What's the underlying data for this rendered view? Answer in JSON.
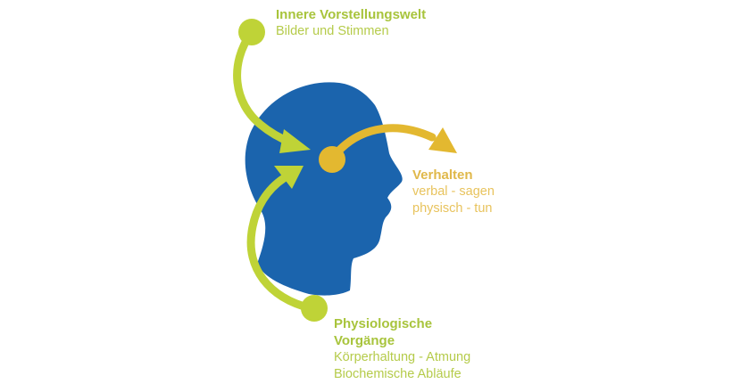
{
  "colors": {
    "head": "#1b64ad",
    "green": "#bfd337",
    "gold": "#e3b830"
  },
  "icons": {
    "head": "head-silhouette-icon"
  },
  "labels": {
    "inner": {
      "title": "Innere Vorstellungswelt",
      "lines": [
        "Bilder und Stimmen"
      ]
    },
    "behavior": {
      "title": "Verhalten",
      "lines": [
        "verbal - sagen",
        "physisch - tun"
      ]
    },
    "physio": {
      "title_lines": [
        "Physiologische",
        "Vorgänge"
      ],
      "lines": [
        "Körperhaltung - Atmung",
        "Biochemische Abläufe"
      ]
    }
  }
}
